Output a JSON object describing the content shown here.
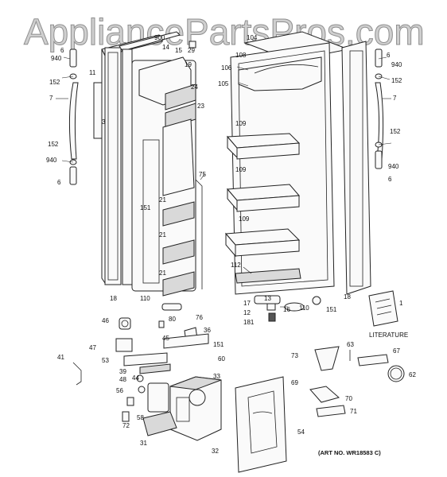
{
  "watermark": "AppliancePartsPros.com",
  "literature_label": "LITERATURE",
  "art_number": "(ART NO. WR18583 C)",
  "callouts": {
    "c940a": "940",
    "c14": "14",
    "c900": "900",
    "c15": "15",
    "c29": "29",
    "c104": "104",
    "c6a": "6",
    "c940b": "940",
    "c6b": "6",
    "c152a": "152",
    "c152b": "152",
    "c108": "108",
    "c106": "106",
    "c105": "105",
    "c11": "11",
    "c19": "19",
    "c7a": "7",
    "c7b": "7",
    "c24": "24",
    "c23": "23",
    "c3": "3",
    "c109a": "109",
    "c109b": "109",
    "c109c": "109",
    "c152c": "152",
    "c940c": "940",
    "c152d": "152",
    "c940d": "940",
    "c6c": "6",
    "c6d": "6",
    "c75": "75",
    "c151a": "151",
    "c21a": "21",
    "c21b": "21",
    "c21c": "21",
    "c112": "112",
    "c18a": "18",
    "c110a": "110",
    "c18b": "18",
    "c17": "17",
    "c13": "13",
    "c12": "12",
    "c16": "16",
    "c181": "181",
    "c110b": "110",
    "c151b": "151",
    "c1": "1",
    "c80": "80",
    "c76": "76",
    "c46": "46",
    "c45": "45",
    "c36": "36",
    "c47": "47",
    "c151c": "151",
    "c73": "73",
    "c63": "63",
    "c67": "67",
    "c41": "41",
    "c53": "53",
    "c60": "60",
    "c62": "62",
    "c48": "48",
    "c44": "44",
    "c39": "39",
    "c33": "33",
    "c69": "69",
    "c56": "56",
    "c70": "70",
    "c58": "58",
    "c71": "71",
    "c72": "72",
    "c31": "31",
    "c54": "54",
    "c32": "32"
  }
}
